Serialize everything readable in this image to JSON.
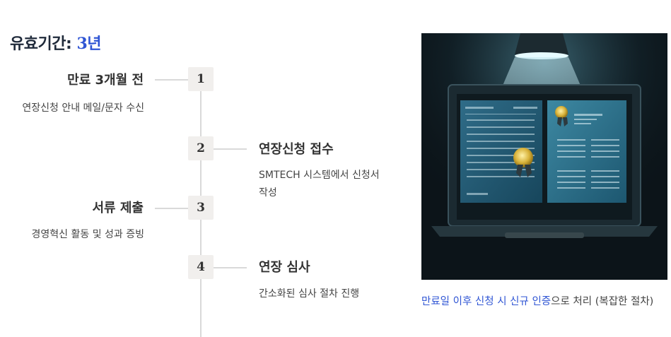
{
  "heading": {
    "label": "유효기간:",
    "value": "3년"
  },
  "steps": [
    {
      "number": "1",
      "title": "만료 3개월 전",
      "desc": "연장신청 안내 메일/문자 수신"
    },
    {
      "number": "2",
      "title": "연장신청 접수",
      "desc": "SMTECH 시스템에서 신청서 작성"
    },
    {
      "number": "3",
      "title": "서류 제출",
      "desc": "경영혁신 활동 및 성과 증빙"
    },
    {
      "number": "4",
      "title": "연장 심사",
      "desc": "간소화된 심사 절차 진행"
    }
  ],
  "caption": {
    "link_text": "만료일 이후 신청 시 신규 인증",
    "rest_text": "으로 처리 (복잡한 절차)"
  },
  "colors": {
    "accent": "#2f55d4",
    "heading": "#1f2a3a",
    "step_box": "#f1efed",
    "line": "#d9d9d9"
  }
}
